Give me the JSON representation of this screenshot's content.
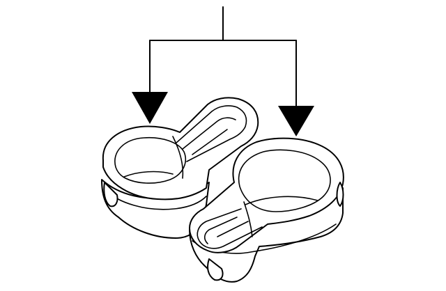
{
  "diagram": {
    "kind": "parts-illustration",
    "callout_color": "#000000",
    "parts": [
      {
        "name": "cup-holder-insert-left"
      },
      {
        "name": "cup-holder-insert-right"
      }
    ],
    "pointer": {
      "targets": 2
    }
  }
}
